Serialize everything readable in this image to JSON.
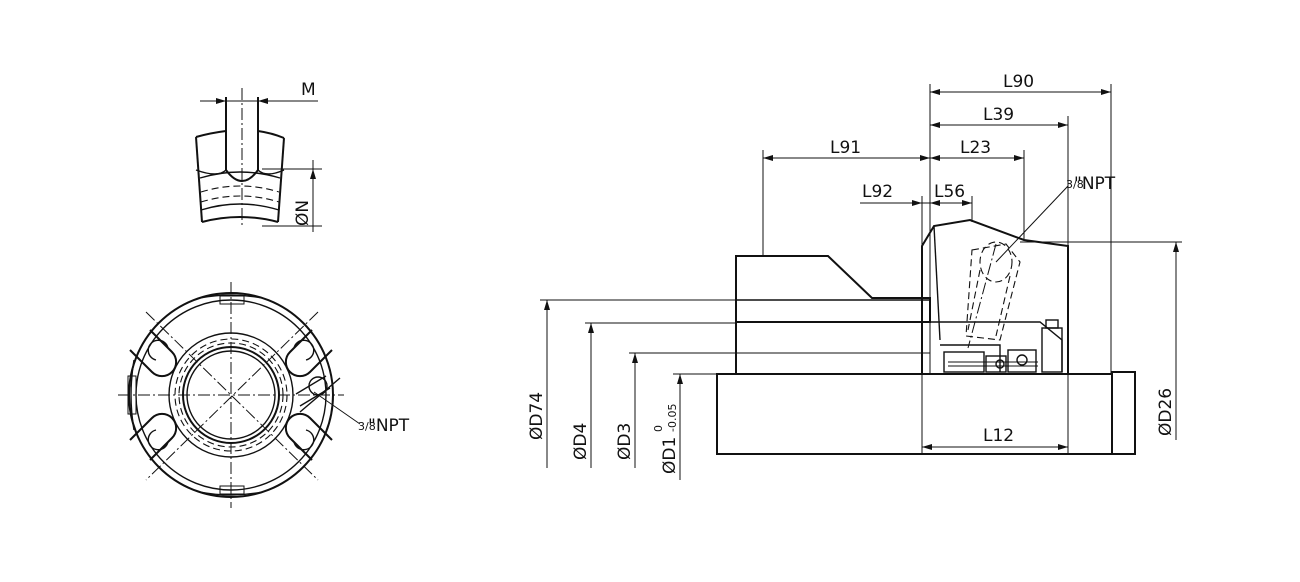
{
  "dimensions": {
    "m": "M",
    "phi_n": "ØN",
    "npt_left_frac": "3/8",
    "npt_left": "\"NPT",
    "npt_right_frac": "3/8",
    "npt_right": "\"NPT",
    "l90": "L90",
    "l39": "L39",
    "l23": "L23",
    "l91": "L91",
    "l92": "L92",
    "l56": "L56",
    "l12": "L12",
    "d74": "ØD74",
    "d4": "ØD4",
    "d3": "ØD3",
    "d1": "ØD1",
    "d1_tol_upper": "0",
    "d1_tol_lower": "-0.05",
    "d26": "ØD26"
  }
}
